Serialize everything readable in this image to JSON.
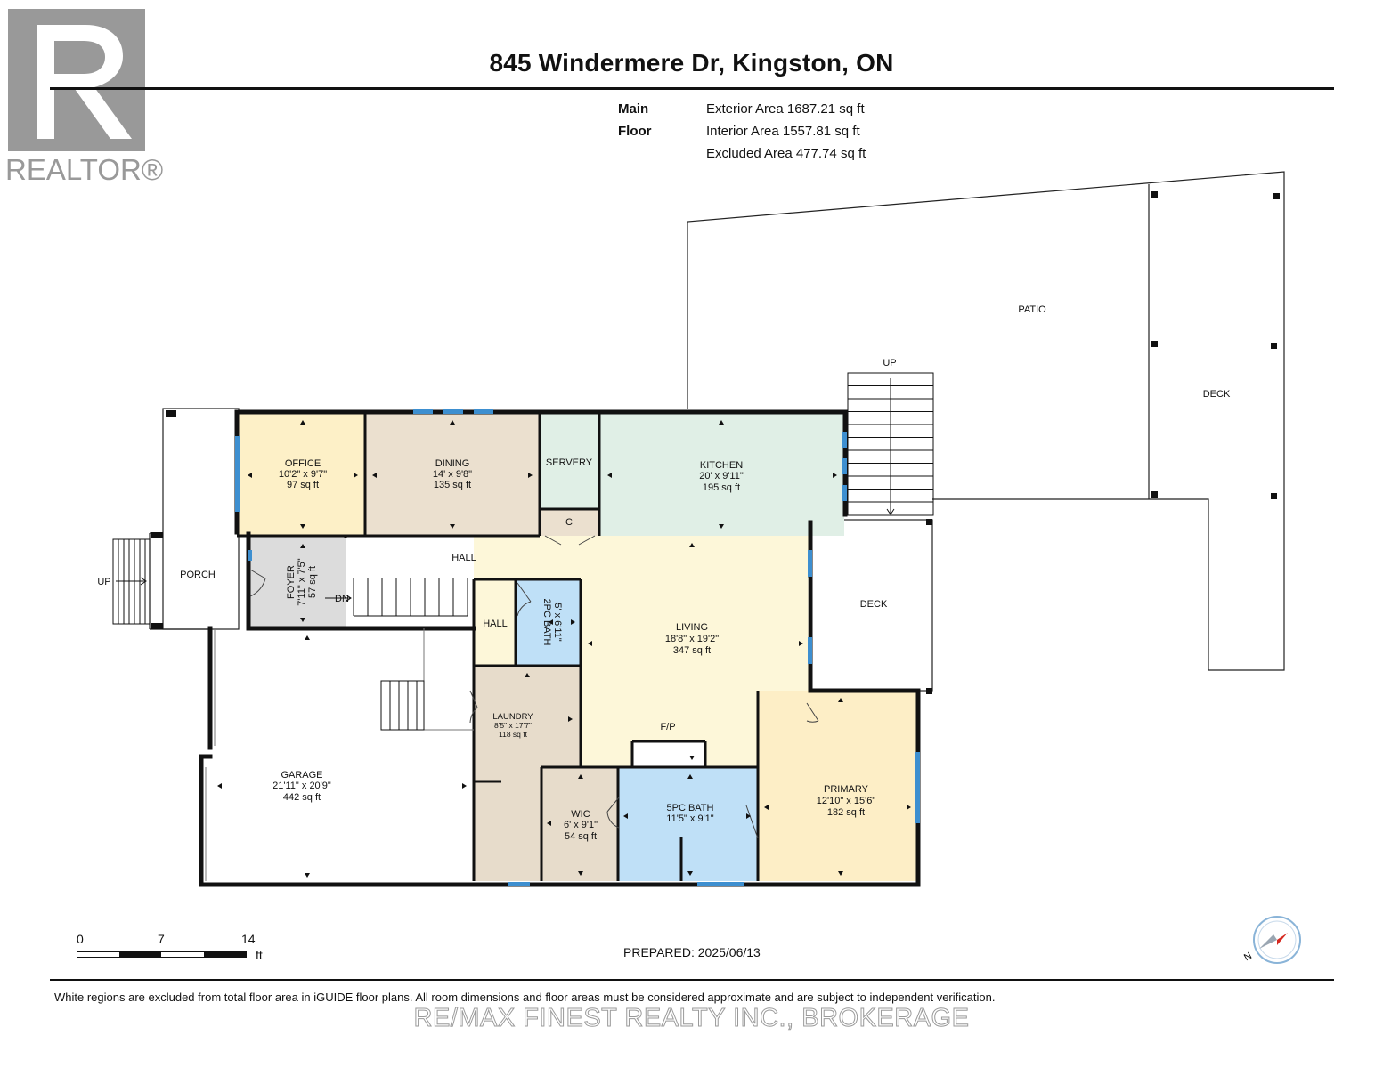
{
  "header": {
    "title": "845 Windermere Dr, Kingston, ON",
    "logo_text": "REALTOR®"
  },
  "areas": {
    "floor": "Main Floor",
    "exterior": "Exterior Area 1687.21 sq ft",
    "interior": "Interior Area 1557.81 sq ft",
    "excluded": "Excluded Area 477.74 sq ft"
  },
  "rooms": {
    "office": {
      "name": "OFFICE",
      "dims": "10'2\" x 9'7\"",
      "area": "97 sq ft"
    },
    "dining": {
      "name": "DINING",
      "dims": "14' x 9'8\"",
      "area": "135 sq ft"
    },
    "servery": {
      "name": "SERVERY"
    },
    "closet": {
      "name": "C"
    },
    "kitchen": {
      "name": "KITCHEN",
      "dims": "20' x 9'11\"",
      "area": "195 sq ft"
    },
    "hall_top": {
      "name": "HALL"
    },
    "foyer": {
      "name": "FOYER",
      "dims": "7'11\" x 7'5\"",
      "area": "57 sq ft"
    },
    "porch": {
      "name": "PORCH"
    },
    "hall_small": {
      "name": "HALL"
    },
    "bath2": {
      "name": "2PC BATH",
      "dims": "5' x 6'11\""
    },
    "living": {
      "name": "LIVING",
      "dims": "18'8\" x 19'2\"",
      "area": "347 sq ft"
    },
    "fp": {
      "name": "F/P"
    },
    "laundry": {
      "name": "LAUNDRY",
      "dims": "8'5\" x 17'7\"",
      "area": "118 sq ft"
    },
    "garage": {
      "name": "GARAGE",
      "dims": "21'11\" x 20'9\"",
      "area": "442 sq ft"
    },
    "wic": {
      "name": "WIC",
      "dims": "6' x 9'1\"",
      "area": "54 sq ft"
    },
    "bath5": {
      "name": "5PC BATH",
      "dims": "11'5\" x 9'1\""
    },
    "primary": {
      "name": "PRIMARY",
      "dims": "12'10\" x 15'6\"",
      "area": "182 sq ft"
    },
    "deck_small": {
      "name": "DECK"
    },
    "patio": {
      "name": "PATIO"
    },
    "deck_big": {
      "name": "DECK"
    }
  },
  "stairs": {
    "up_porch": "UP",
    "up_deck": "UP",
    "down": "DN"
  },
  "scale": {
    "t0": "0",
    "t1": "7",
    "t2": "14",
    "unit": "ft"
  },
  "compass": {
    "label": "N"
  },
  "footer": {
    "prepared": "PREPARED: 2025/06/13",
    "disclaimer": "White regions are excluded from total floor area in iGUIDE floor plans. All room dimensions and floor areas must be considered approximate and are subject to independent verification.",
    "brokerage": "RE/MAX FINEST REALTY INC., BROKERAGE"
  },
  "colors": {
    "office": "#fdf0c7",
    "dining": "#ebe0cf",
    "kitchen": "#e0efe6",
    "living": "#fdf7d9",
    "foyer": "#dcdcdc",
    "bath": "#bfe0f7",
    "laundry": "#e7dccb",
    "primary": "#fdeec6",
    "window": "#3d8fd0",
    "wall": "#111111"
  }
}
